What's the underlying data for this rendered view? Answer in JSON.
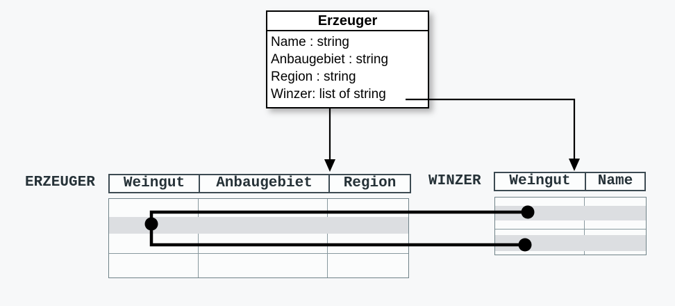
{
  "class_box": {
    "title": "Erzeuger",
    "attributes": [
      "Name : string",
      "Anbaugebiet : string",
      "Region : string",
      "Winzer: list of string"
    ]
  },
  "erzeuger_table": {
    "label": "ERZEUGER",
    "columns": [
      "Weingut",
      "Anbaugebiet",
      "Region"
    ],
    "row_count": 4,
    "highlighted_row_index": 1
  },
  "winzer_table": {
    "label": "WINZER",
    "columns": [
      "Weingut",
      "Name"
    ],
    "row_count": 4,
    "highlighted_row_indexes": [
      1,
      3
    ]
  },
  "colors": {
    "background": "#f7f8f9",
    "class_box_border": "#000000",
    "header_text": "#263238",
    "header_border": "#3c4a52",
    "body_border": "#6f8288",
    "grid_line": "#87989e",
    "row_highlight": "#dcdee1",
    "connector": "#000000"
  }
}
